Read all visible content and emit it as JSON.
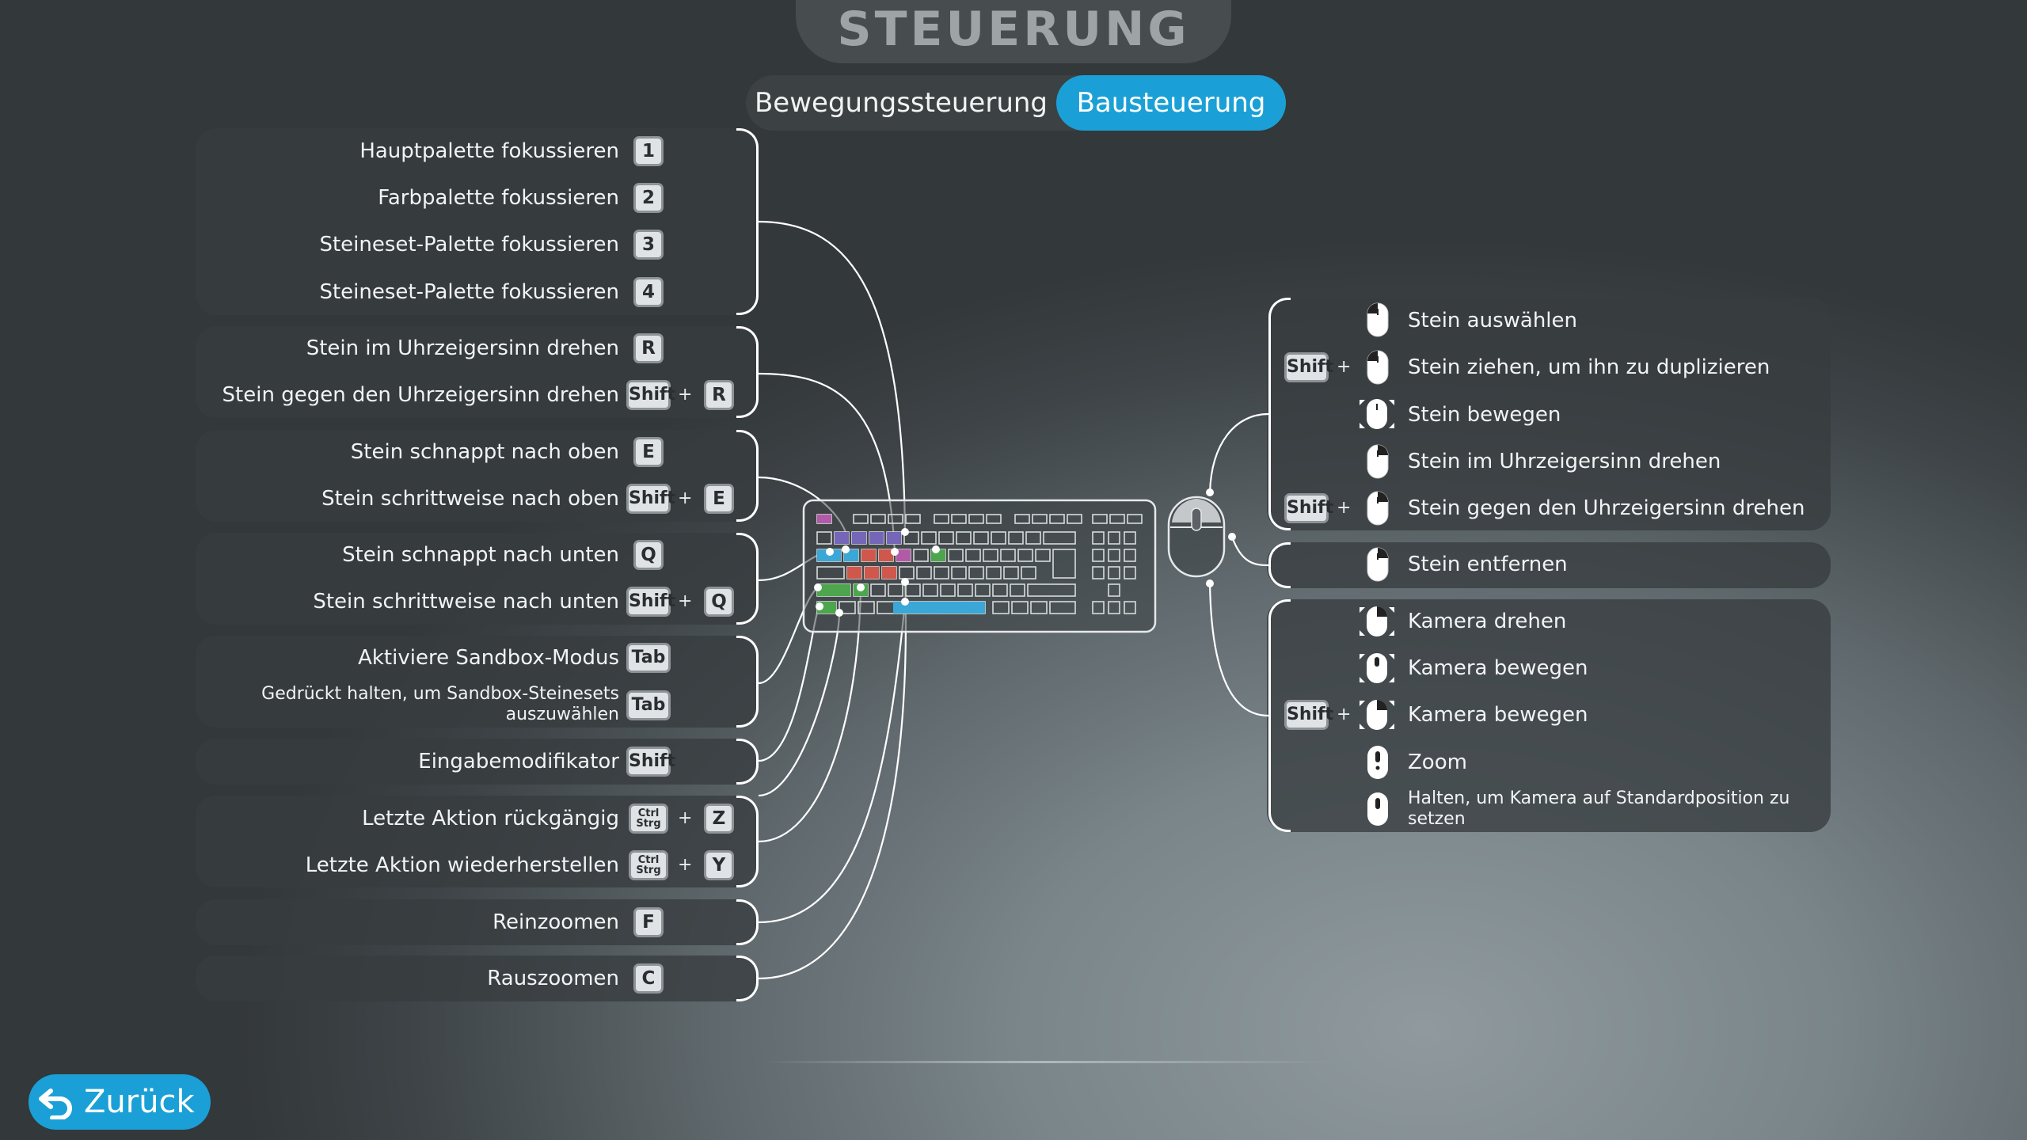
{
  "title": "STEUERUNG",
  "tabs": [
    {
      "label": "Bewegungssteuerung",
      "active": false
    },
    {
      "label": "Bausteuerung",
      "active": true
    }
  ],
  "left": {
    "g1": [
      {
        "label": "Hauptpalette fokussieren",
        "key": "1"
      },
      {
        "label": "Farbpalette fokussieren",
        "key": "2"
      },
      {
        "label": "Steineset-Palette fokussieren",
        "key": "3"
      },
      {
        "label": "Steineset-Palette fokussieren",
        "key": "4"
      }
    ],
    "g2": [
      {
        "label": "Stein im Uhrzeigersinn drehen",
        "key": "R"
      },
      {
        "label": "Stein gegen den Uhrzeigersinn drehen",
        "mod": "Shift",
        "key": "R"
      }
    ],
    "g3": [
      {
        "label": "Stein schnappt nach oben",
        "key": "E"
      },
      {
        "label": "Stein schrittweise nach oben",
        "mod": "Shift",
        "key": "E"
      }
    ],
    "g4": [
      {
        "label": "Stein schnappt nach unten",
        "key": "Q"
      },
      {
        "label": "Stein schrittweise nach unten",
        "mod": "Shift",
        "key": "Q"
      }
    ],
    "g5": [
      {
        "label": "Aktiviere Sandbox-Modus",
        "key": "Tab"
      },
      {
        "label1": "Gedrückt halten, um Sandbox-Steinesets",
        "label2": "auszuwählen",
        "key": "Tab"
      }
    ],
    "g6": [
      {
        "label": "Eingabemodifikator",
        "key": "Shift"
      }
    ],
    "g7": [
      {
        "label": "Letzte Aktion rückgängig",
        "mod1": "Ctrl",
        "mod2": "Strg",
        "key": "Z"
      },
      {
        "label": "Letzte Aktion wiederherstellen",
        "mod1": "Ctrl",
        "mod2": "Strg",
        "key": "Y"
      }
    ],
    "g8": [
      {
        "label": "Reinzoomen",
        "key": "F"
      }
    ],
    "g9": [
      {
        "label": "Rauszoomen",
        "key": "C"
      }
    ],
    "plus": "+"
  },
  "right": {
    "g1": [
      {
        "label": "Stein auswählen",
        "icon": "mouse-left-click-icon"
      },
      {
        "label": "Stein ziehen, um ihn zu duplizieren",
        "mod": "Shift",
        "icon": "mouse-left-click-icon"
      },
      {
        "label": "Stein bewegen",
        "icon": "mouse-move-icon"
      },
      {
        "label": "Stein im Uhrzeigersinn drehen",
        "icon": "mouse-right-click-icon"
      },
      {
        "label": "Stein gegen den Uhrzeigersinn drehen",
        "mod": "Shift",
        "icon": "mouse-right-click-icon"
      }
    ],
    "g2": [
      {
        "label": "Stein entfernen",
        "icon": "mouse-right-click-icon"
      }
    ],
    "g3": [
      {
        "label": "Kamera drehen",
        "icon": "mouse-move-icon"
      },
      {
        "label": "Kamera bewegen",
        "icon": "mouse-move-icon"
      },
      {
        "label": "Kamera bewegen",
        "mod": "Shift",
        "icon": "mouse-move-icon"
      },
      {
        "label": "Zoom",
        "icon": "mouse-wheel-icon"
      },
      {
        "label1": "Halten, um Kamera auf Standardposition zu",
        "label2": "setzen",
        "icon": "mouse-wheel-icon"
      }
    ]
  },
  "back": {
    "label": "Zurück",
    "icon": "undo-arrow-icon"
  },
  "colors": {
    "accent": "#1aa0d6",
    "panel": "#373c3f",
    "key": "#dfe3e5"
  }
}
